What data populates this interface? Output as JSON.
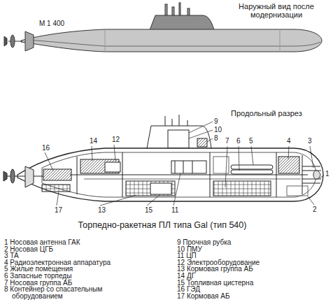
{
  "diagram": {
    "title": "Торпедно-ракетная ПЛ типа Gal (тип 540)",
    "labels": [
      "М 1 400",
      "Наружный вид после модернизации",
      "Продольный разрез",
      "1",
      "2",
      "3",
      "4",
      "5",
      "6",
      "7",
      "8",
      "9",
      "10",
      "11",
      "12",
      "13",
      "14",
      "15",
      "16",
      "17",
      "1 Носовая антенна ГАК",
      "2 Носовая ЦГБ",
      "3 ТА",
      "4 Радиоэлектронная аппаратура",
      "5 Жилые помещения",
      "6 Запасные торпеды",
      "7 Носовая группа АБ",
      "8 Контейнер со спасательным оборудованием",
      "9 Прочная рубка",
      "10 ПМУ",
      "11 ЦП",
      "12 Электрооборудование",
      "13 Кормовая группа АБ",
      "14 ДГ",
      "15 Топливная цистерна",
      "16 ГЭД",
      "17 Кормовая АБ"
    ]
  }
}
